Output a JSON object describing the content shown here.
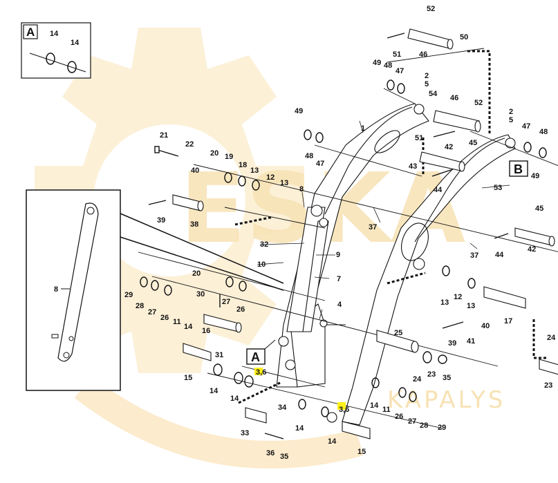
{
  "watermark": {
    "brand_word": "ESKA",
    "sub_word": "KAPALYS",
    "color": "#f7e2b4"
  },
  "inset_a": {
    "letter": "A",
    "label_left": "14",
    "label_right": "14"
  },
  "inset_detail": {
    "part_label": "8"
  },
  "marker_a": "A",
  "marker_b": "B",
  "highlight_color": "#ffef1a",
  "labels": {
    "p1": "1",
    "p4": "4",
    "p7": "7",
    "p8_top": "8",
    "p9": "9",
    "p10": "10",
    "p11_left": "11",
    "p11_bottom": "11",
    "p12_top": "12",
    "p12_mid": "12",
    "p13_top": "13",
    "p13_top2": "13",
    "p13_mid": "13",
    "p13_mid2": "13",
    "p14_left": "14",
    "p14_l2": "14",
    "p14_l3": "14",
    "p14_b1": "14",
    "p14_b2": "14",
    "p14_b3": "14",
    "p15_left": "15",
    "p15_bottom": "15",
    "p16": "16",
    "p17": "17",
    "p18": "18",
    "p19": "19",
    "p20_top": "20",
    "p20_mid": "20",
    "p21": "21",
    "p22": "22",
    "p23_a": "23",
    "p23_b": "23",
    "p24_a": "24",
    "p24_b": "24",
    "p25": "25",
    "p26_left": "26",
    "p26_mid": "26",
    "p26_bottom": "26",
    "p27_left": "27",
    "p27_mid": "27",
    "p27_bottom": "27",
    "p28_left": "28",
    "p28_bottom": "28",
    "p29_left": "29",
    "p29_bottom": "29",
    "p30": "30",
    "p31": "31",
    "p32": "32",
    "p33": "33",
    "p34": "34",
    "p35_a": "35",
    "p35_b": "35",
    "p36": "36",
    "p37_a": "37",
    "p37_b": "37",
    "p38": "38",
    "p39_a": "39",
    "p39_b": "39",
    "p40_a": "40",
    "p40_b": "40",
    "p41": "41",
    "p42_a": "42",
    "p42_b": "42",
    "p43": "43",
    "p44_a": "44",
    "p44_b": "44",
    "p45_a": "45",
    "p45_b": "45",
    "p46_top": "46",
    "p46_mid": "46",
    "p47_a": "47",
    "p47_b": "47",
    "p47_c": "47",
    "p48_a": "48",
    "p48_b": "48",
    "p48_c": "48",
    "p49_a": "49",
    "p49_b": "49",
    "p49_c": "49",
    "p50": "50",
    "p51_a": "51",
    "p51_b": "51",
    "p52_a": "52",
    "p52_b": "52",
    "p53": "53",
    "p54": "54",
    "p2_a": "2",
    "p5_a": "5",
    "p2_b": "2",
    "p5_b": "5",
    "p36_hl_a": "3,6",
    "p36_hl_b": "3,6"
  }
}
